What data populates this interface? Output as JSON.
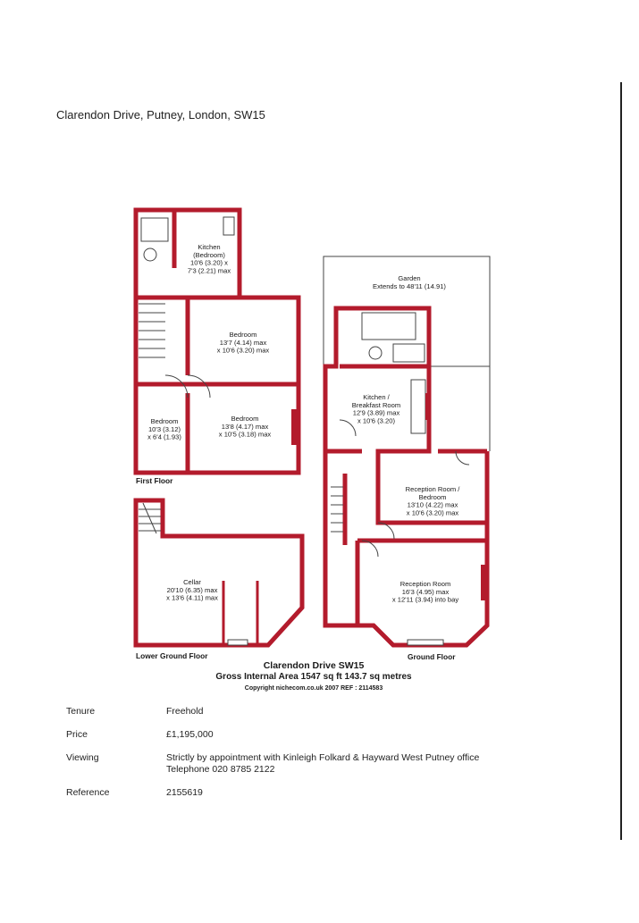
{
  "address": "Clarendon Drive, Putney, London, SW15",
  "floorplan": {
    "colors": {
      "wall": "#b31b2c",
      "line": "#444444"
    },
    "floors": {
      "first": "First Floor",
      "lower_ground": "Lower Ground Floor",
      "ground": "Ground Floor"
    },
    "rooms": {
      "kitchen_bedroom": [
        "Kitchen",
        "(Bedroom)",
        "10'6 (3.20) x",
        "7'3 (2.21) max"
      ],
      "bedroom_1": [
        "Bedroom",
        "13'7 (4.14) max",
        "x 10'6 (3.20) max"
      ],
      "bedroom_2": [
        "Bedroom",
        "10'3 (3.12)",
        "x 6'4 (1.93)"
      ],
      "bedroom_3": [
        "Bedroom",
        "13'8 (4.17) max",
        "x 10'5 (3.18) max"
      ],
      "cellar": [
        "Cellar",
        "20'10 (6.35) max",
        "x 13'6 (4.11) max"
      ],
      "garden": [
        "Garden",
        "Extends to 48'11 (14.91)"
      ],
      "kitchen_breakfast": [
        "Kitchen /",
        "Breakfast Room",
        "12'9 (3.89) max",
        "x 10'6 (3.20)"
      ],
      "reception_bedroom": [
        "Reception Room /",
        "Bedroom",
        "13'10 (4.22) max",
        "x 10'6 (3.20) max"
      ],
      "reception": [
        "Reception Room",
        "16'3 (4.95) max",
        "x 12'11 (3.94) into bay"
      ]
    },
    "caption": {
      "title": "Clarendon Drive SW15",
      "area": "Gross Internal Area 1547 sq ft 143.7 sq metres",
      "copyright": "Copyright nichecom.co.uk 2007     REF : 2114583"
    }
  },
  "details": [
    {
      "label": "Tenure",
      "value": "Freehold"
    },
    {
      "label": "Price",
      "value": "£1,195,000"
    },
    {
      "label": "Viewing",
      "value": "Strictly by appointment with Kinleigh Folkard & Hayward West Putney office",
      "value2": "Telephone 020 8785 2122"
    },
    {
      "label": "Reference",
      "value": "2155619"
    }
  ]
}
